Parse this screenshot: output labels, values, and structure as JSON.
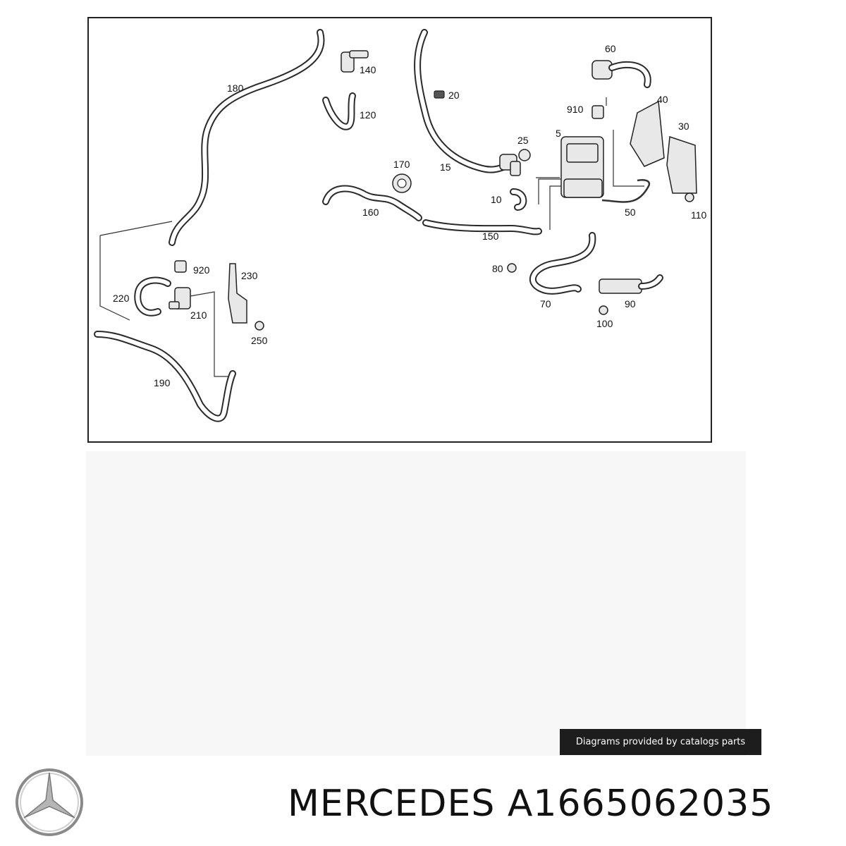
{
  "callouts": {
    "c5": "5",
    "c10": "10",
    "c15": "15",
    "c20": "20",
    "c25": "25",
    "c30": "30",
    "c40": "40",
    "c50": "50",
    "c60": "60",
    "c70": "70",
    "c80": "80",
    "c90": "90",
    "c100": "100",
    "c110": "110",
    "c120": "120",
    "c140": "140",
    "c150": "150",
    "c160": "160",
    "c170": "170",
    "c180": "180",
    "c190": "190",
    "c210": "210",
    "c220": "220",
    "c230": "230",
    "c250": "250",
    "c910": "910",
    "c920": "920"
  },
  "credit": "Diagrams provided by catalogs parts",
  "brand": {
    "logo_icon": "mercedes-star-icon"
  },
  "caption": "MERCEDES A1665062035"
}
